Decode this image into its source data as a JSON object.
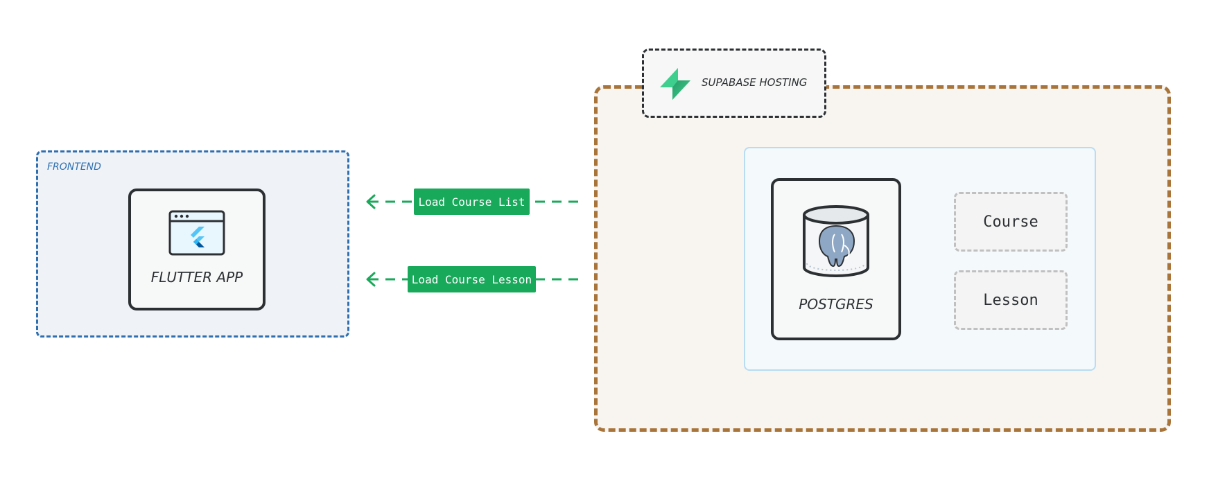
{
  "frontend": {
    "group_label": "FRONTEND",
    "node_label": "FLUTTER APP",
    "icon": "flutter-browser-icon"
  },
  "supabase": {
    "group_label": "SUPABASE HOSTING",
    "logo": "supabase-logo-icon",
    "database": {
      "label": "POSTGRES",
      "icon": "postgres-database-icon"
    },
    "tables": [
      {
        "name": "Course"
      },
      {
        "name": "Lesson"
      }
    ]
  },
  "edges": [
    {
      "label": "Load Course List"
    },
    {
      "label": "Load Course Lesson"
    }
  ],
  "colors": {
    "frontend_border": "#2f6fb0",
    "frontend_fill": "#eff3f8",
    "supabase_border": "#a8743a",
    "supabase_fill": "#f8f5f1",
    "db_region_border": "#b8dcf2",
    "edge": "#18a95a",
    "node_border": "#2d3033",
    "table_border": "#c0c0c0"
  }
}
